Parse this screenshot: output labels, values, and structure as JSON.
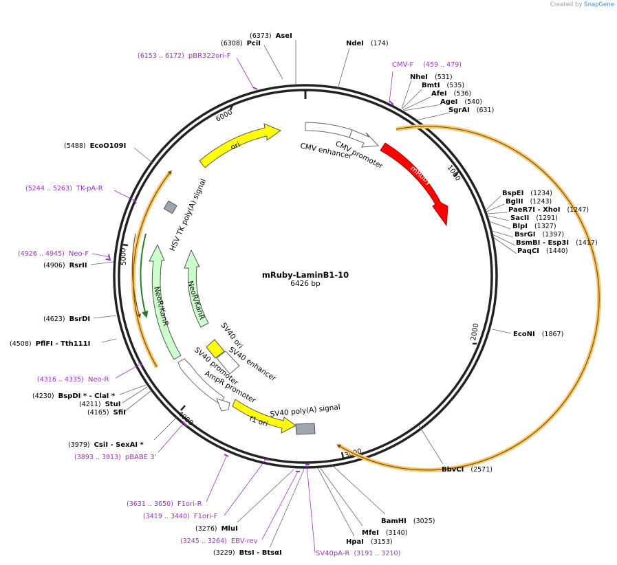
{
  "credit": {
    "prefix": "Created by",
    "brand": "SnapGene"
  },
  "plasmid": {
    "name": "mRuby-LaminB1-10",
    "size": "6426 bp",
    "length": 6426
  },
  "colors": {
    "backbone": "#222222",
    "yellow": "#ffff00",
    "red": "#ff0000",
    "green": "#ccffcc",
    "white": "#ffffff",
    "gray": "#9ea5ad",
    "orange": "#f7c56b",
    "primer": "#9b30c8",
    "brown": "#7a5200",
    "darkgreen": "#2a7a2a"
  },
  "ticks": [
    "1000",
    "2000",
    "3000",
    "4000",
    "5000",
    "6000"
  ],
  "features": [
    {
      "label": "CMV enhancer",
      "color": "white"
    },
    {
      "label": "CMV promoter",
      "color": "white"
    },
    {
      "label": "mRuby",
      "color": "red"
    },
    {
      "label": "ori",
      "color": "yellow"
    },
    {
      "label": "HSV TK poly(A) signal",
      "color": "gray"
    },
    {
      "label": "NeoR/KanR",
      "color": "green"
    },
    {
      "label": "NeoR/KanR",
      "color": "green"
    },
    {
      "label": "SV40 ori",
      "color": "yellow"
    },
    {
      "label": "SV40 enhancer",
      "color": "white"
    },
    {
      "label": "SV40 promoter",
      "color": "white"
    },
    {
      "label": "AmpR promoter",
      "color": "white"
    },
    {
      "label": "f1 ori",
      "color": "yellow"
    },
    {
      "label": "SV40 poly(A) signal",
      "color": "gray"
    }
  ],
  "sites": [
    {
      "name": "AseI",
      "pos": "(6373)"
    },
    {
      "name": "PciI",
      "pos": "(6308)"
    },
    {
      "name": "NdeI",
      "pos": "(174)"
    },
    {
      "name": "NheI",
      "pos": "(531)"
    },
    {
      "name": "BmtI",
      "pos": "(535)"
    },
    {
      "name": "AfeI",
      "pos": "(536)"
    },
    {
      "name": "AgeI",
      "pos": "(540)"
    },
    {
      "name": "SgrAI",
      "pos": "(631)"
    },
    {
      "name": "BspEI",
      "pos": "(1234)"
    },
    {
      "name": "BglII",
      "pos": "(1243)"
    },
    {
      "name": "PaeR7I - XhoI",
      "pos": "(1247)"
    },
    {
      "name": "SacII",
      "pos": "(1291)"
    },
    {
      "name": "BlpI",
      "pos": "(1327)"
    },
    {
      "name": "BsrGI",
      "pos": "(1397)"
    },
    {
      "name": "BsmBI - Esp3I",
      "pos": "(1417)"
    },
    {
      "name": "PaqCI",
      "pos": "(1440)"
    },
    {
      "name": "EcoNI",
      "pos": "(1867)"
    },
    {
      "name": "BbvCI",
      "pos": "(2571)"
    },
    {
      "name": "BamHI",
      "pos": "(3025)"
    },
    {
      "name": "MfeI",
      "pos": "(3140)"
    },
    {
      "name": "HpaI",
      "pos": "(3153)"
    },
    {
      "name": "BtsI - BtsαI",
      "pos": "(3229)"
    },
    {
      "name": "MluI",
      "pos": "(3276)"
    },
    {
      "name": "CsiI - SexAI *",
      "pos": "(3979)"
    },
    {
      "name": "SfiI",
      "pos": "(4165)"
    },
    {
      "name": "StuI",
      "pos": "(4211)"
    },
    {
      "name": "BspDI * - ClaI *",
      "pos": "(4230)"
    },
    {
      "name": "PflFI - Tth111I",
      "pos": "(4508)"
    },
    {
      "name": "BsrDI",
      "pos": "(4623)"
    },
    {
      "name": "RsrII",
      "pos": "(4906)"
    },
    {
      "name": "EcoO109I",
      "pos": "(5488)"
    }
  ],
  "primers": [
    {
      "name": "pBR322ori-F",
      "range": "(6153 .. 6172)"
    },
    {
      "name": "CMV-F",
      "range": "(459 .. 479)"
    },
    {
      "name": "TK-pA-R",
      "range": "(5244 .. 5263)"
    },
    {
      "name": "Neo-F",
      "range": "(4926 .. 4945)"
    },
    {
      "name": "Neo-R",
      "range": "(4316 .. 4335)"
    },
    {
      "name": "pBABE 3'",
      "range": "(3893 .. 3913)"
    },
    {
      "name": "F1ori-R",
      "range": "(3631 .. 3650)"
    },
    {
      "name": "F1ori-F",
      "range": "(3419 .. 3440)"
    },
    {
      "name": "EBV-rev",
      "range": "(3245 .. 3264)"
    },
    {
      "name": "SV40pA-R",
      "range": "(3191 .. 3210)"
    }
  ]
}
